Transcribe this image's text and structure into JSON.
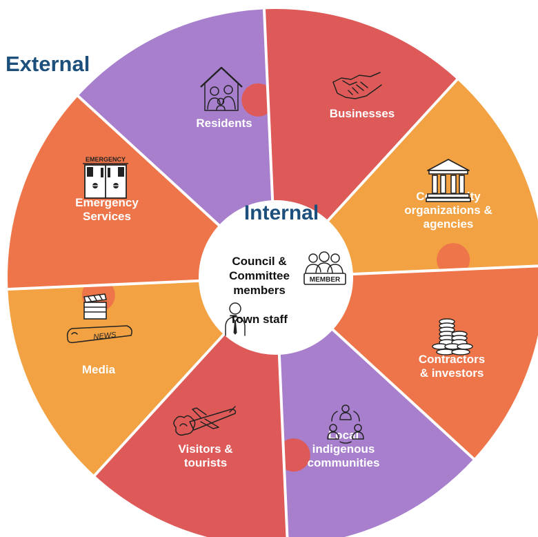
{
  "external_label": "External",
  "internal_label": "Internal",
  "segments": [
    {
      "label_lines": [
        "Residents"
      ],
      "color": "#dd5a58",
      "icon": "house-family-icon"
    },
    {
      "label_lines": [
        "Businesses"
      ],
      "color": "#f2a242",
      "icon": "handshake-icon"
    },
    {
      "label_lines": [
        "Community",
        "organizations &",
        "agencies"
      ],
      "color": "#ee7549",
      "icon": "government-building-icon"
    },
    {
      "label_lines": [
        "Contractors",
        "& investors"
      ],
      "color": "#a77fcd",
      "icon": "coin-stacks-icon"
    },
    {
      "label_lines": [
        "Local",
        "indigenous",
        "communities"
      ],
      "color": "#dd5a58",
      "icon": "people-network-icon"
    },
    {
      "label_lines": [
        "Visitors &",
        "tourists"
      ],
      "color": "#f2a242",
      "icon": "airplane-icon"
    },
    {
      "label_lines": [
        "Media"
      ],
      "color": "#ee7549",
      "icon": "clapperboard-newspaper-icon"
    },
    {
      "label_lines": [
        "Emergency",
        "Services"
      ],
      "color": "#a77fcd",
      "icon": "emergency-door-icon"
    }
  ],
  "icon_text": {
    "emergency_sign": "EMERGENCY",
    "news": "NEWS",
    "member_badge": "MEMBER"
  },
  "center": {
    "council_lines": [
      "Council &",
      "Committee",
      "members"
    ],
    "staff_label": "Town staff"
  }
}
